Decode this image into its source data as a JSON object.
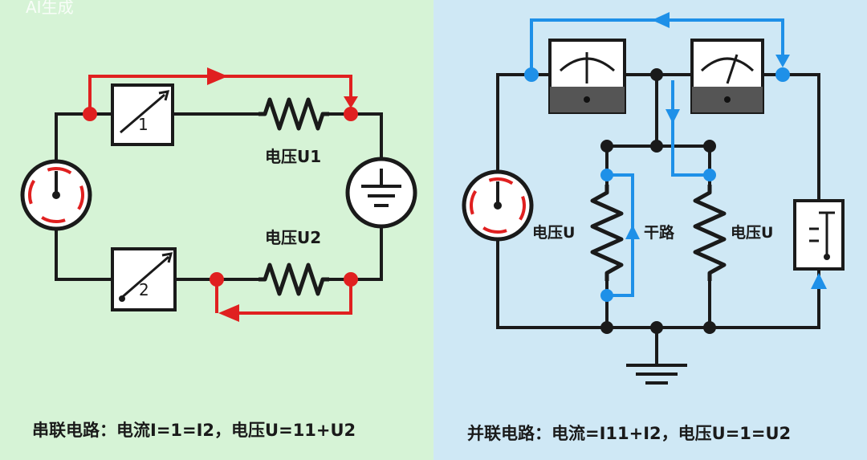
{
  "watermark": "AI生成",
  "colors": {
    "left_bg": "#d6f3d6",
    "right_bg": "#cfe8f5",
    "wire": "#1a1a1a",
    "series_flow": "#e02020",
    "parallel_flow": "#1e90e8",
    "dial_red": "#e02020"
  },
  "series": {
    "label_u1": "电压U1",
    "label_u2": "电压U2",
    "rheostat_1_label": "1",
    "rheostat_2_label": "2",
    "caption": "串联电路：电流I=1=I2，电压U=11+U2"
  },
  "parallel": {
    "label_left": "电压U",
    "label_trunk": "干路",
    "label_right": "电压U",
    "caption": "并联电路：电流=I11+I2，电压U=1=U2"
  },
  "icons": [
    "ammeter-dial-icon",
    "ground-icon",
    "rheostat-icon",
    "resistor-icon",
    "meter-icon",
    "switch-icon",
    "arrow-icon"
  ]
}
